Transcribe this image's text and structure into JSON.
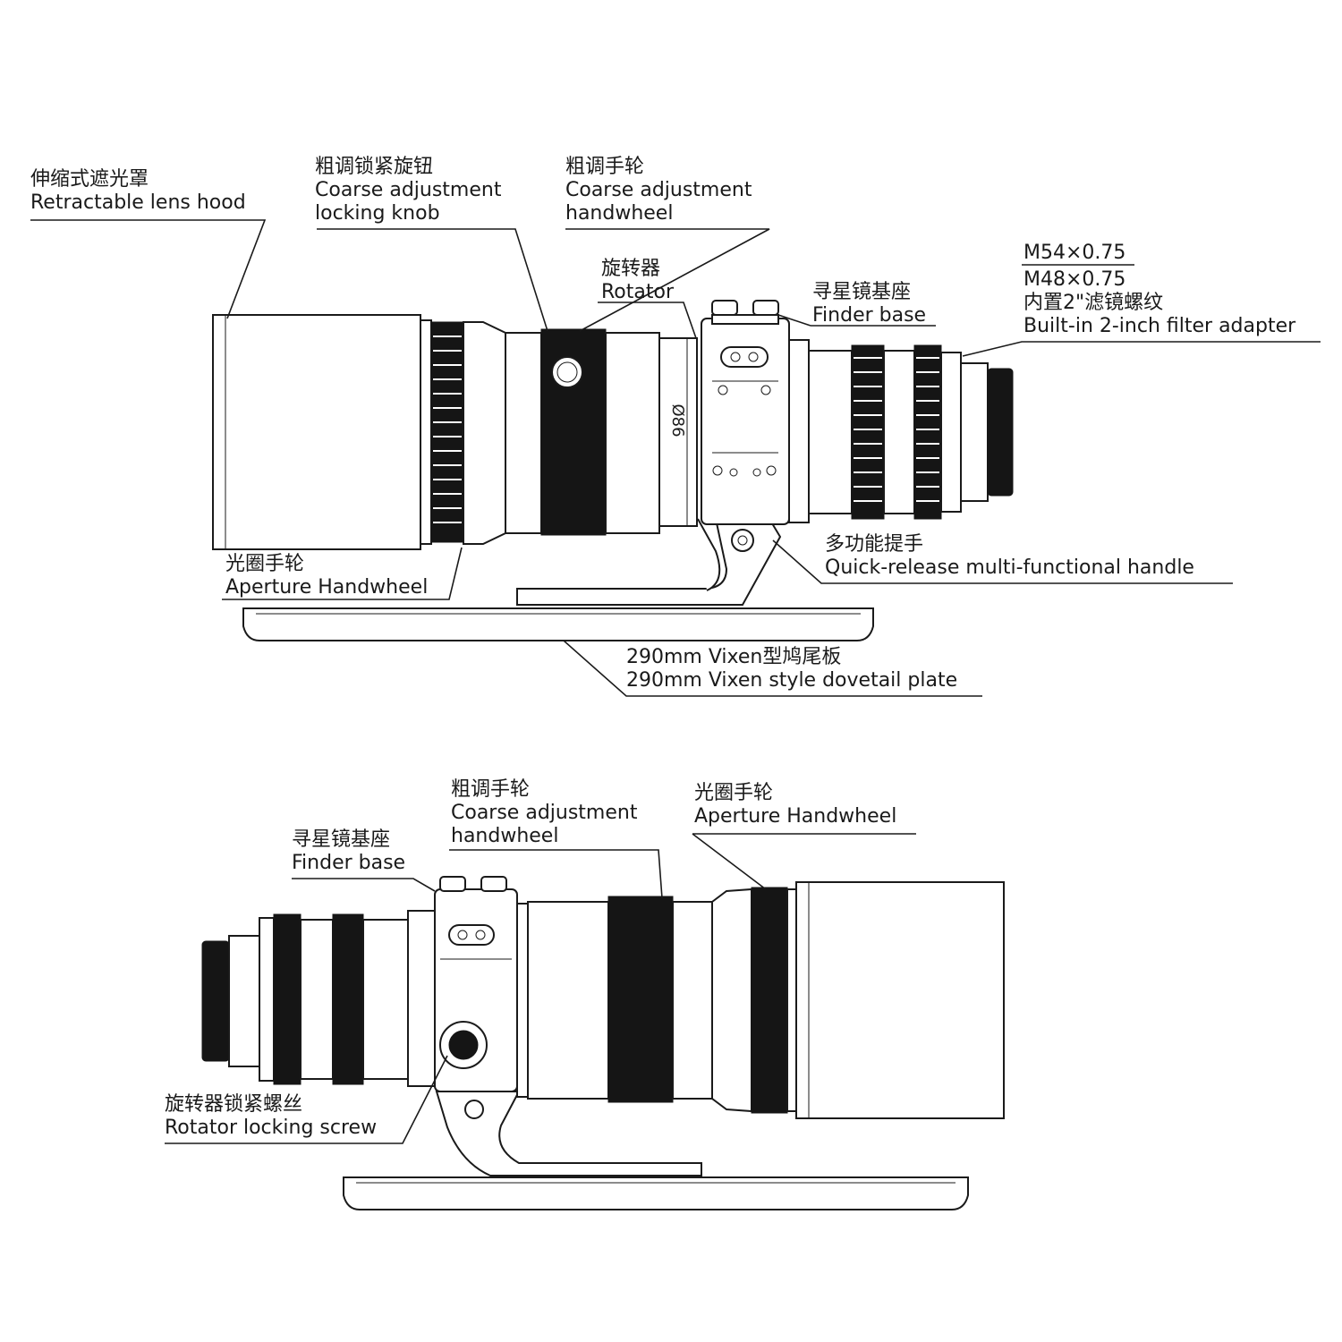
{
  "top_view": {
    "labels": {
      "lens_hood": {
        "zh": "伸缩式遮光罩",
        "en": "Retractable lens hood"
      },
      "locking_knob": {
        "zh": "粗调锁紧旋钮",
        "en": [
          "Coarse adjustment",
          "locking knob"
        ]
      },
      "coarse_handwheel": {
        "zh": "粗调手轮",
        "en": [
          "Coarse adjustment",
          "handwheel"
        ]
      },
      "rotator": {
        "zh": "旋转器",
        "en": "Rotator"
      },
      "finder_base": {
        "zh": "寻星镜基座",
        "en": "Finder base"
      },
      "thread": {
        "lines": [
          "M54×0.75",
          "M48×0.75",
          "内置2\"滤镜螺纹",
          "Built-in 2-inch filter adapter"
        ]
      },
      "aperture": {
        "zh": "光圈手轮",
        "en": "Aperture Handwheel"
      },
      "handle": {
        "zh": "多功能提手",
        "en": "Quick-release multi-functional handle"
      },
      "dovetail": {
        "zh": "290mm Vixen型鸠尾板",
        "en": "290mm Vixen style dovetail plate"
      }
    },
    "diameter_mark": "Ø86"
  },
  "bottom_view": {
    "labels": {
      "coarse_handwheel": {
        "zh": "粗调手轮",
        "en": [
          "Coarse adjustment",
          "handwheel"
        ]
      },
      "aperture": {
        "zh": "光圈手轮",
        "en": "Aperture Handwheel"
      },
      "finder_base": {
        "zh": "寻星镜基座",
        "en": "Finder base"
      },
      "rotator_screw": {
        "zh": "旋转器锁紧螺丝",
        "en": "Rotator locking screw"
      }
    }
  }
}
